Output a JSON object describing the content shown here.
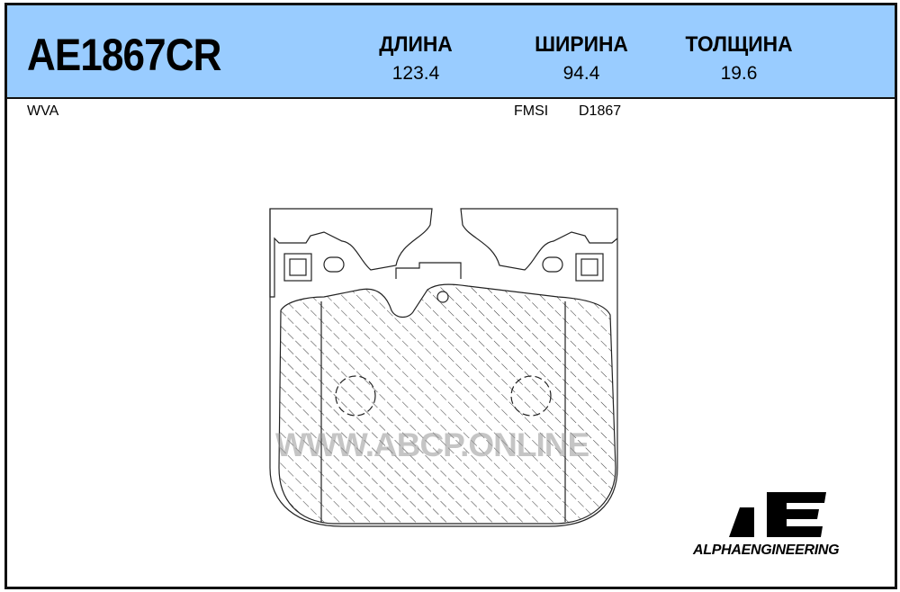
{
  "product": {
    "code": "AE1867CR"
  },
  "dimensions": [
    {
      "label": "ДЛИНА",
      "value": "123.4"
    },
    {
      "label": "ШИРИНА",
      "value": "94.4"
    },
    {
      "label": "ТОЛЩИНА",
      "value": "19.6"
    }
  ],
  "wva_label": "WVA",
  "fmsi": {
    "label": "FMSI",
    "value": "D1867"
  },
  "watermark": "WWW.ABCP.ONLINE",
  "brand": {
    "name": "ALPHAENGINEERING",
    "logo_letters": "AE"
  }
}
